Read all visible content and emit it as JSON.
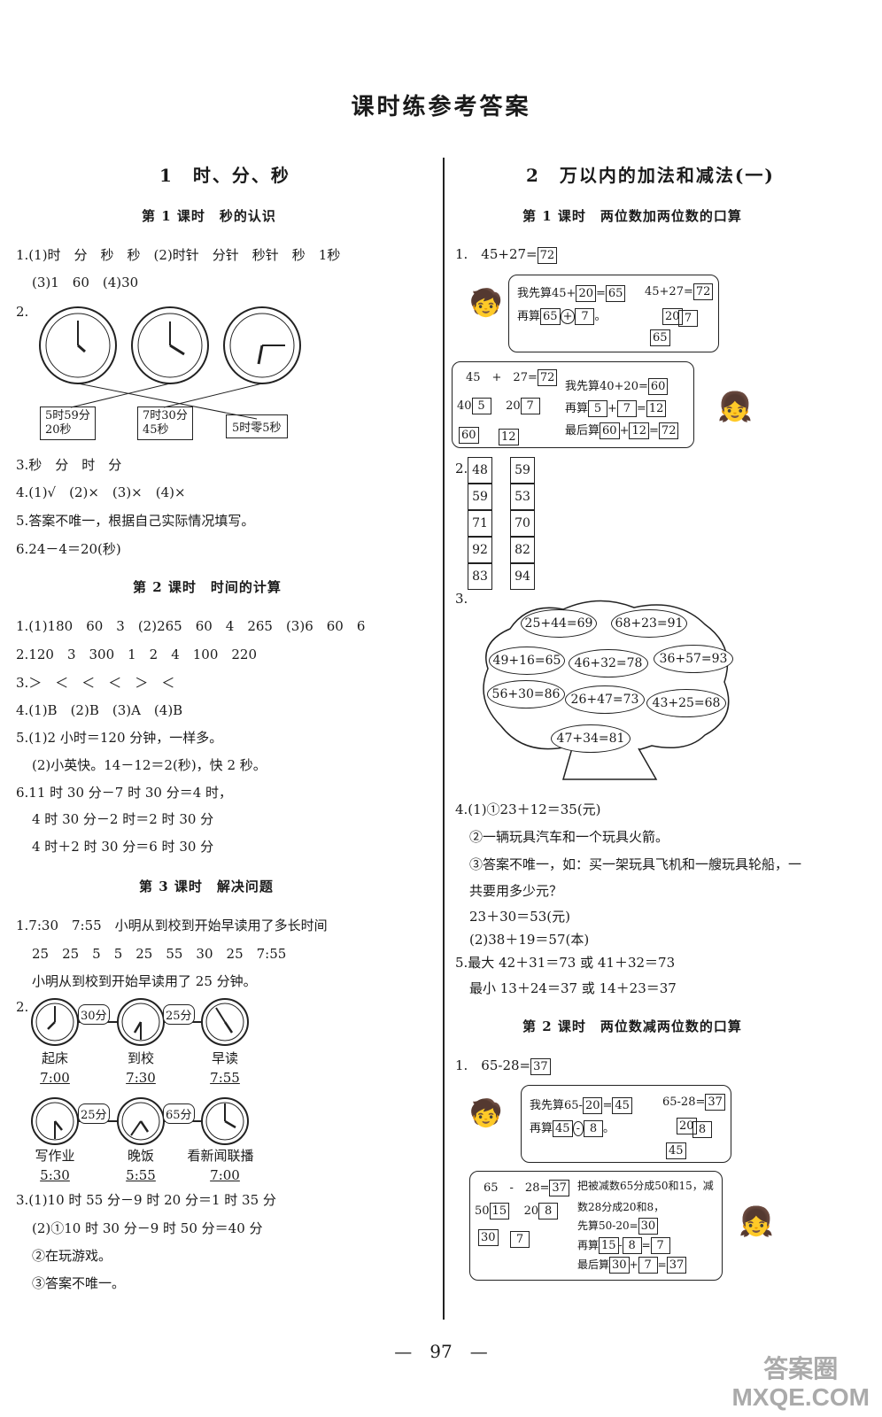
{
  "title": "课时练参考答案",
  "left": {
    "section": "1　时、分、秒",
    "lesson1": "第 1 课时　秒的认识",
    "q1a": "1.(1)时　分　秒　秒　(2)时针　分针　秒针　秒　1秒",
    "q1b": "(3)1　60　(4)30",
    "q2": "2.",
    "clock_labels": [
      "5时59分\n20秒",
      "7时30分\n45秒",
      "5时零5秒"
    ],
    "q3": "3.秒　分　时　分",
    "q4": "4.(1)√　(2)×　(3)×　(4)×",
    "q5": "5.答案不唯一，根据自己实际情况填写。",
    "q6": "6.24－4＝20(秒)",
    "lesson2": "第 2 课时　时间的计算",
    "l2": [
      "1.(1)180　60　3　(2)265　60　4　265　(3)6　60　6",
      "2.120　3　300　1　2　4　100　220",
      "3.＞　＜　＜　＜　＞　＜",
      "4.(1)B　(2)B　(3)A　(4)B",
      "5.(1)2 小时＝120 分钟，一样多。",
      "(2)小英快。14－12＝2(秒)，快 2 秒。",
      "6.11 时 30 分－7 时 30 分＝4 时，",
      "4 时 30 分－2 时＝2 时 30 分",
      "4 时＋2 时 30 分＝6 时 30 分"
    ],
    "lesson3": "第 3 课时　解决问题",
    "l3": [
      "1.7:30　7:55　小明从到校到开始早读用了多长时间",
      "25　25　5　5　25　55　30　25　7:55",
      "小明从到校到开始早读用了 25 分钟。"
    ],
    "q2b": "2.",
    "row1": {
      "labels": [
        "起床",
        "到校",
        "早读"
      ],
      "times": [
        "7:00",
        "7:30",
        "7:55"
      ],
      "gaps": [
        "30分",
        "25分"
      ]
    },
    "row2": {
      "labels": [
        "写作业",
        "晚饭",
        "看新闻联播"
      ],
      "times": [
        "5:30",
        "5:55",
        "7:00"
      ],
      "gaps": [
        "25分",
        "65分"
      ]
    },
    "l3b": [
      "3.(1)10 时 55 分－9 时 20 分＝1 时 35 分",
      "(2)①10 时 30 分－9 时 50 分＝40 分",
      "②在玩游戏。",
      "③答案不唯一。"
    ]
  },
  "right": {
    "section": "2　万以内的加法和减法(一)",
    "lesson1": "第 1 课时　两位数加两位数的口算",
    "q1": "1.　45+27=",
    "q1ans": "72",
    "b1": {
      "l1": "我先算45+",
      "a": "20",
      "eq": "=",
      "b": "65",
      "l2": "再算",
      "c": "65",
      "op": "+",
      "d": "7",
      "end": "。"
    },
    "b1r": {
      "eq": "45+27=",
      "ans": "72",
      "n1": "20",
      "n2": "7",
      "n3": "65"
    },
    "b2": {
      "top": "45　+　27=",
      "ans": "72",
      "s1": "40",
      "s2": "5",
      "s3": "20",
      "s4": "7",
      "r1": "60",
      "r2": "12",
      "t1": "我先算40+20=",
      "t1a": "60",
      "t2": "再算",
      "t2a": "5",
      "t2b": "+",
      "t2c": "7",
      "t2d": "=",
      "t2e": "12",
      "t3": "最后算",
      "t3a": "60",
      "t3b": "+",
      "t3c": "12",
      "t3d": "=",
      "t3e": "72"
    },
    "q2": "2.",
    "col1": [
      "48",
      "59",
      "71",
      "92",
      "83"
    ],
    "col2": [
      "59",
      "53",
      "70",
      "82",
      "94"
    ],
    "q3": "3.",
    "apples": [
      "25+44=69",
      "68+23=91",
      "49+16=65",
      "46+32=78",
      "36+57=93",
      "56+30=86",
      "26+47=73",
      "43+25=68",
      "47+34=81"
    ],
    "q4": [
      "4.(1)①23＋12＝35(元)",
      "②一辆玩具汽车和一个玩具火箭。",
      "③答案不唯一，如：买一架玩具飞机和一艘玩具轮船，一",
      "共要用多少元？",
      "23＋30＝53(元)",
      "(2)38＋19＝57(本)",
      "5.最大 42＋31＝73 或 41＋32＝73",
      "最小 13＋24＝37 或 14＋23＝37"
    ],
    "lesson2": "第 2 课时　两位数减两位数的口算",
    "q1b": "1.　65-28=",
    "q1bans": "37",
    "c1": {
      "l1": "我先算65-",
      "a": "20",
      "eq": "=",
      "b": "45",
      "l2": "再算",
      "c": "45",
      "op": "-",
      "d": "8",
      "end": "。",
      "req": "65-28=",
      "rans": "37",
      "n1": "20",
      "n2": "8",
      "n3": "45"
    },
    "c2": {
      "top": "65　-　28=",
      "ans": "37",
      "s1": "50",
      "s2": "15",
      "s3": "20",
      "s4": "8",
      "r1": "30",
      "r2": "7",
      "t1": "把被减数65分成50和15，减",
      "t2": "数28分成20和8，",
      "t3": "先算50-20=",
      "t3a": "30",
      "t4": "再算",
      "t4a": "15",
      "t4b": "-",
      "t4c": "8",
      "t4d": "=",
      "t4e": "7",
      "t5": "最后算",
      "t5a": "30",
      "t5b": "+",
      "t5c": "7",
      "t5d": "=",
      "t5e": "37"
    }
  },
  "page_number": "—　97　—",
  "watermark": "答案圈\nMXQE.COM"
}
